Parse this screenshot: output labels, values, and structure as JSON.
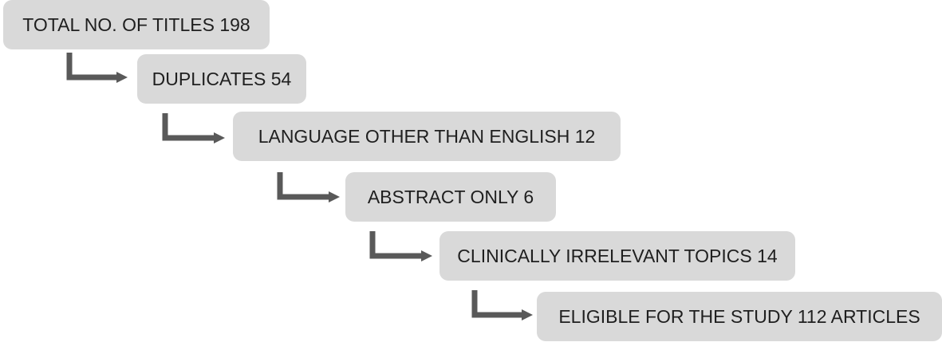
{
  "diagram": {
    "steps": [
      {
        "label": "TOTAL NO. OF TITLES 198"
      },
      {
        "label": "DUPLICATES 54"
      },
      {
        "label": "LANGUAGE OTHER THAN ENGLISH 12"
      },
      {
        "label": "ABSTRACT ONLY 6"
      },
      {
        "label": "CLINICALLY IRRELEVANT TOPICS 14"
      },
      {
        "label": "ELIGIBLE FOR THE STUDY 112 ARTICLES"
      }
    ],
    "colors": {
      "box_fill": "#d9d9d9",
      "arrow": "#595959",
      "text": "#1f1f1f"
    }
  }
}
